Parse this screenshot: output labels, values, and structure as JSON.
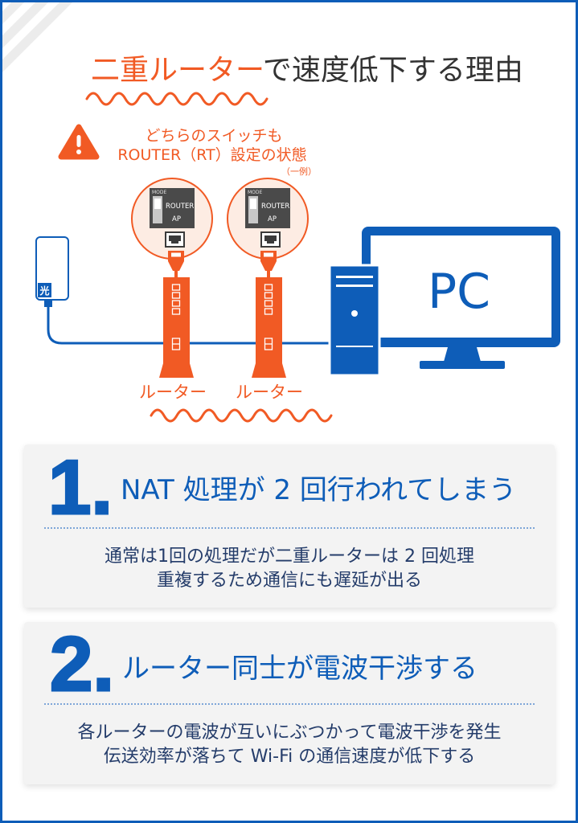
{
  "title": {
    "highlight": "二重ルーター",
    "rest": "で速度低下する理由"
  },
  "warning": {
    "line1": "どちらのスイッチも",
    "line2": "ROUTER（RT）設定の状態",
    "note": "（一例）"
  },
  "mode_switch": {
    "mode_label": "MODE",
    "router_label": "ROUTER",
    "ap_label": "AP"
  },
  "devices": {
    "onu_label": "光",
    "routers": [
      "ルーター",
      "ルーター"
    ],
    "pc_label": "PC"
  },
  "reasons": [
    {
      "number": "1.",
      "heading": "NAT 処理が 2 回行われてしまう",
      "lines": [
        "通常は1回の処理だが二重ルーターは 2 回処理",
        "重複するため通信にも遅延が出る"
      ]
    },
    {
      "number": "2.",
      "heading": "ルーター同士が電波干渉する",
      "lines": [
        "各ルーターの電波が互いにぶつかって電波干渉を発生",
        "伝送効率が落ちて Wi-Fi の通信速度が低下する"
      ]
    }
  ],
  "colors": {
    "accent": "#f15a24",
    "primary": "#0e5db8",
    "title_text": "#333333",
    "body_text": "#243c6a",
    "card_background": "#f3f3f3",
    "closeup_fill": "#fdece3"
  },
  "icons": {
    "warning": "warning-triangle-icon",
    "port": "ethernet-port-icon",
    "plug": "lan-plug-icon",
    "onu": "onu-device-icon",
    "router": "router-icon",
    "monitor": "pc-monitor-icon",
    "tower": "pc-tower-icon"
  }
}
